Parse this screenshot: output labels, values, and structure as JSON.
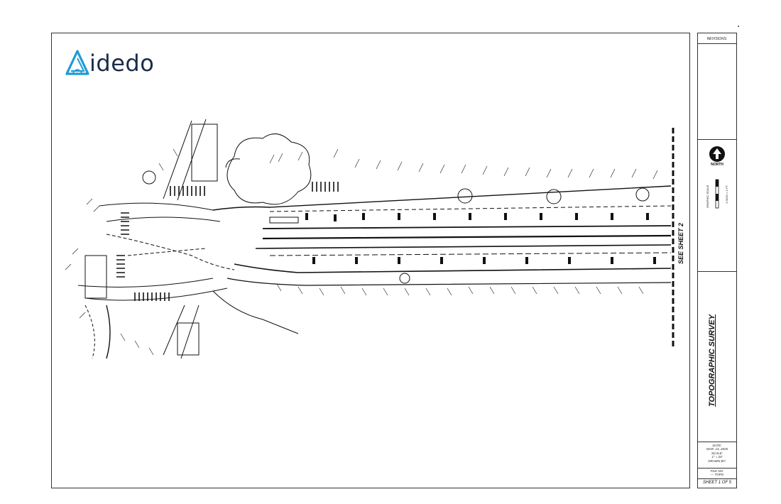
{
  "logo": {
    "text": "idedo",
    "brand_color": "#1f9ad6",
    "text_color": "#1a2c49"
  },
  "revisions_label": "REVISIONS:",
  "north_label": "NORTH",
  "graphic_scale": {
    "label": "GRAPHIC SCALE",
    "units": "1 INCH = 1 FT."
  },
  "title": "TOPOGRAPHIC SURVEY",
  "see_sheet": "SEE SHEET 2",
  "meta": {
    "date_label": "DATE:",
    "date_value": "MAR. 13, 2025",
    "scale_label": "SCALE:",
    "scale_value": "1\" = 20'",
    "drawn_label": "DRAWN BY:",
    "file_label": "FILE NO.",
    "file_value": "— TOPO",
    "sheet": "SHEET 1 OF 5"
  }
}
